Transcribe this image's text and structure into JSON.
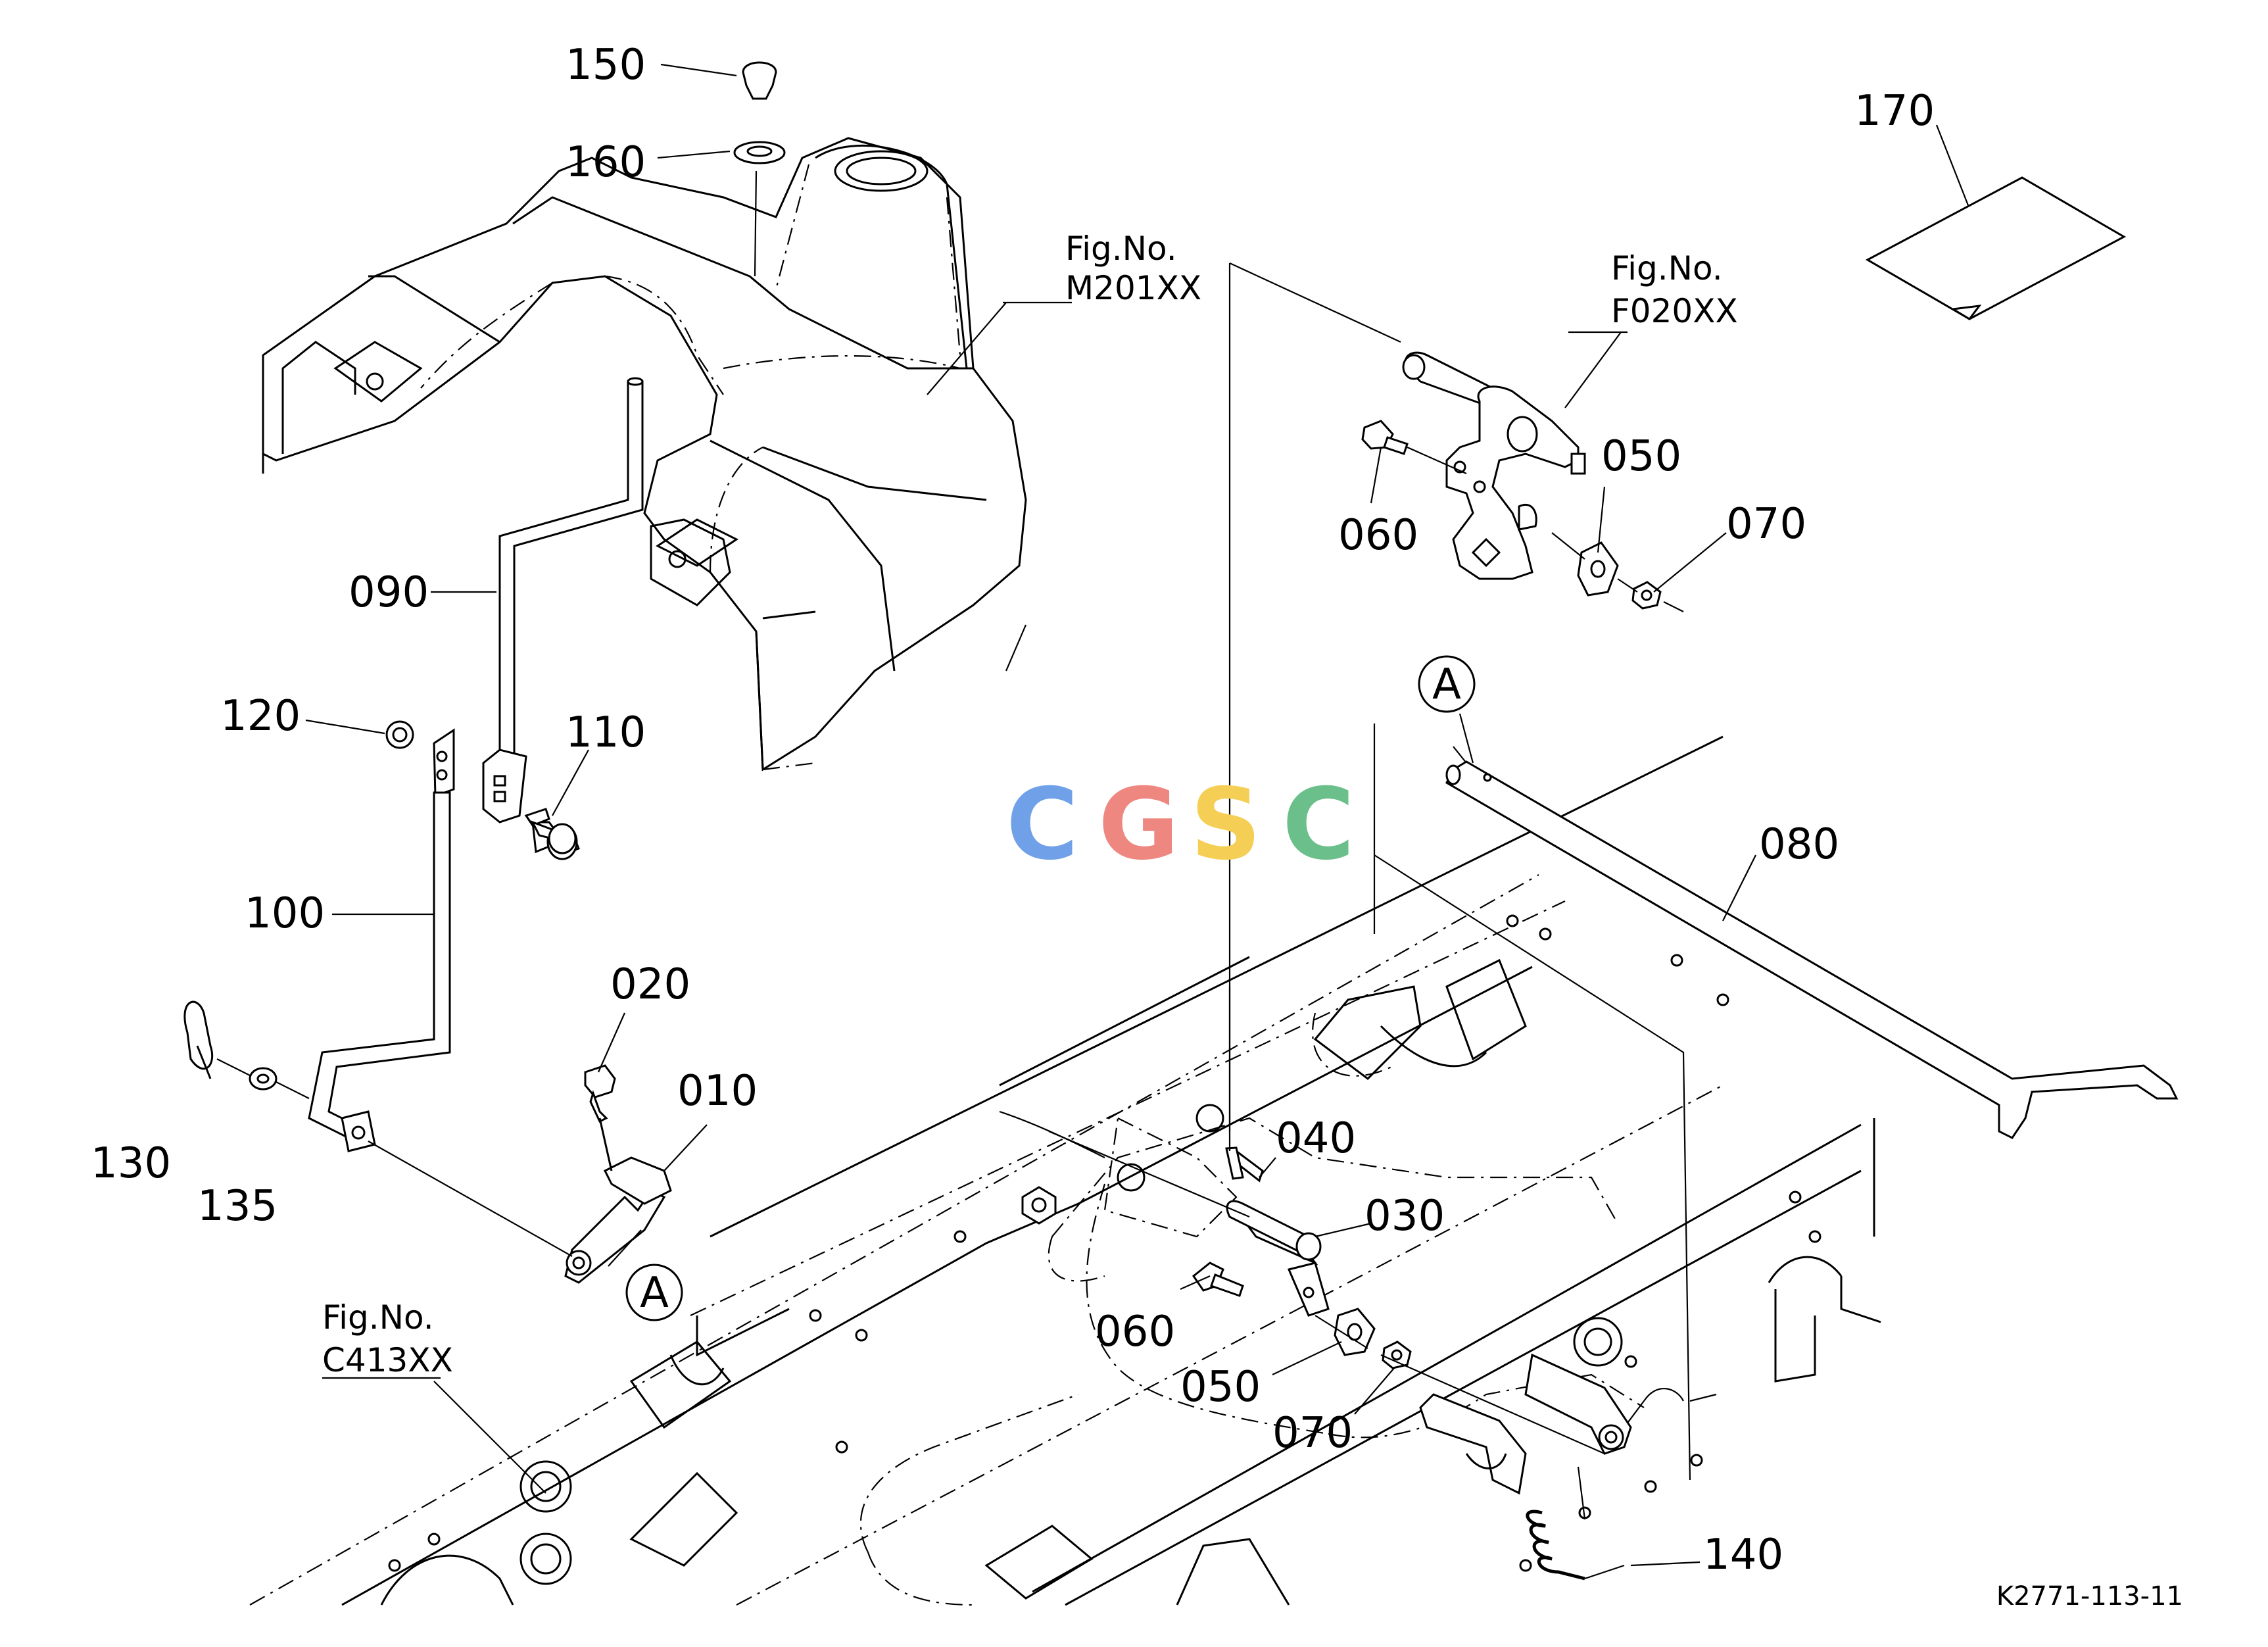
{
  "callouts": [
    {
      "id": "150",
      "text": "150"
    },
    {
      "id": "160",
      "text": "160"
    },
    {
      "id": "090",
      "text": "090"
    },
    {
      "id": "120",
      "text": "120"
    },
    {
      "id": "110",
      "text": "110"
    },
    {
      "id": "100",
      "text": "100"
    },
    {
      "id": "020",
      "text": "020"
    },
    {
      "id": "010",
      "text": "010"
    },
    {
      "id": "130",
      "text": "130"
    },
    {
      "id": "135",
      "text": "135"
    },
    {
      "id": "040",
      "text": "040"
    },
    {
      "id": "030",
      "text": "030"
    },
    {
      "id": "060a",
      "text": "060"
    },
    {
      "id": "050a",
      "text": "050"
    },
    {
      "id": "070a",
      "text": "070"
    },
    {
      "id": "060b",
      "text": "060"
    },
    {
      "id": "050b",
      "text": "050"
    },
    {
      "id": "070b",
      "text": "070"
    },
    {
      "id": "080",
      "text": "080"
    },
    {
      "id": "140",
      "text": "140"
    },
    {
      "id": "170",
      "text": "170"
    }
  ],
  "figure_refs": [
    {
      "id": "m201",
      "line1": "Fig.No.",
      "line2": "M201XX"
    },
    {
      "id": "f020",
      "line1": "Fig.No.",
      "line2": "F020XX"
    },
    {
      "id": "c413",
      "line1": "Fig.No.",
      "line2": "C413XX"
    }
  ],
  "markers": {
    "a_upper": "A",
    "a_lower": "A"
  },
  "watermark": {
    "letters": [
      "C",
      "G",
      "S",
      "C"
    ],
    "colors": [
      "#6fa0e8",
      "#ee8780",
      "#f5cf55",
      "#6bbf8a"
    ]
  },
  "drawing_code": "K2771-113-11"
}
